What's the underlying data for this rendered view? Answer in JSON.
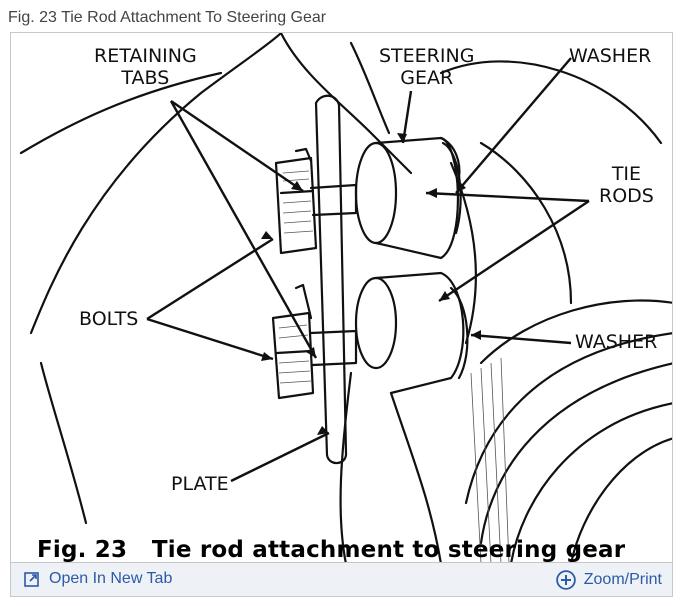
{
  "figure": {
    "caption_top": "Fig. 23 Tie Rod Attachment To Steering Gear",
    "caption_bottom_number": "Fig. 23",
    "caption_bottom_text": "Tie rod attachment to steering gear"
  },
  "labels": {
    "retaining_tabs_line1": "RETAINING",
    "retaining_tabs_line2": "TABS",
    "steering_gear_line1": "STEERING",
    "steering_gear_line2": "GEAR",
    "washer_top": "WASHER",
    "tie_rods_line1": "TIE",
    "tie_rods_line2": "RODS",
    "bolts": "BOLTS",
    "washer_bottom": "WASHER",
    "plate": "PLATE"
  },
  "toolbar": {
    "open_new_tab": "Open In New Tab",
    "zoom_print": "Zoom/Print",
    "open_icon": "open-external-icon",
    "zoom_icon": "zoom-plus-icon"
  },
  "colors": {
    "link": "#2b5aa8",
    "toolbar_bg": "#eef2f7",
    "caption_top": "#444444"
  }
}
